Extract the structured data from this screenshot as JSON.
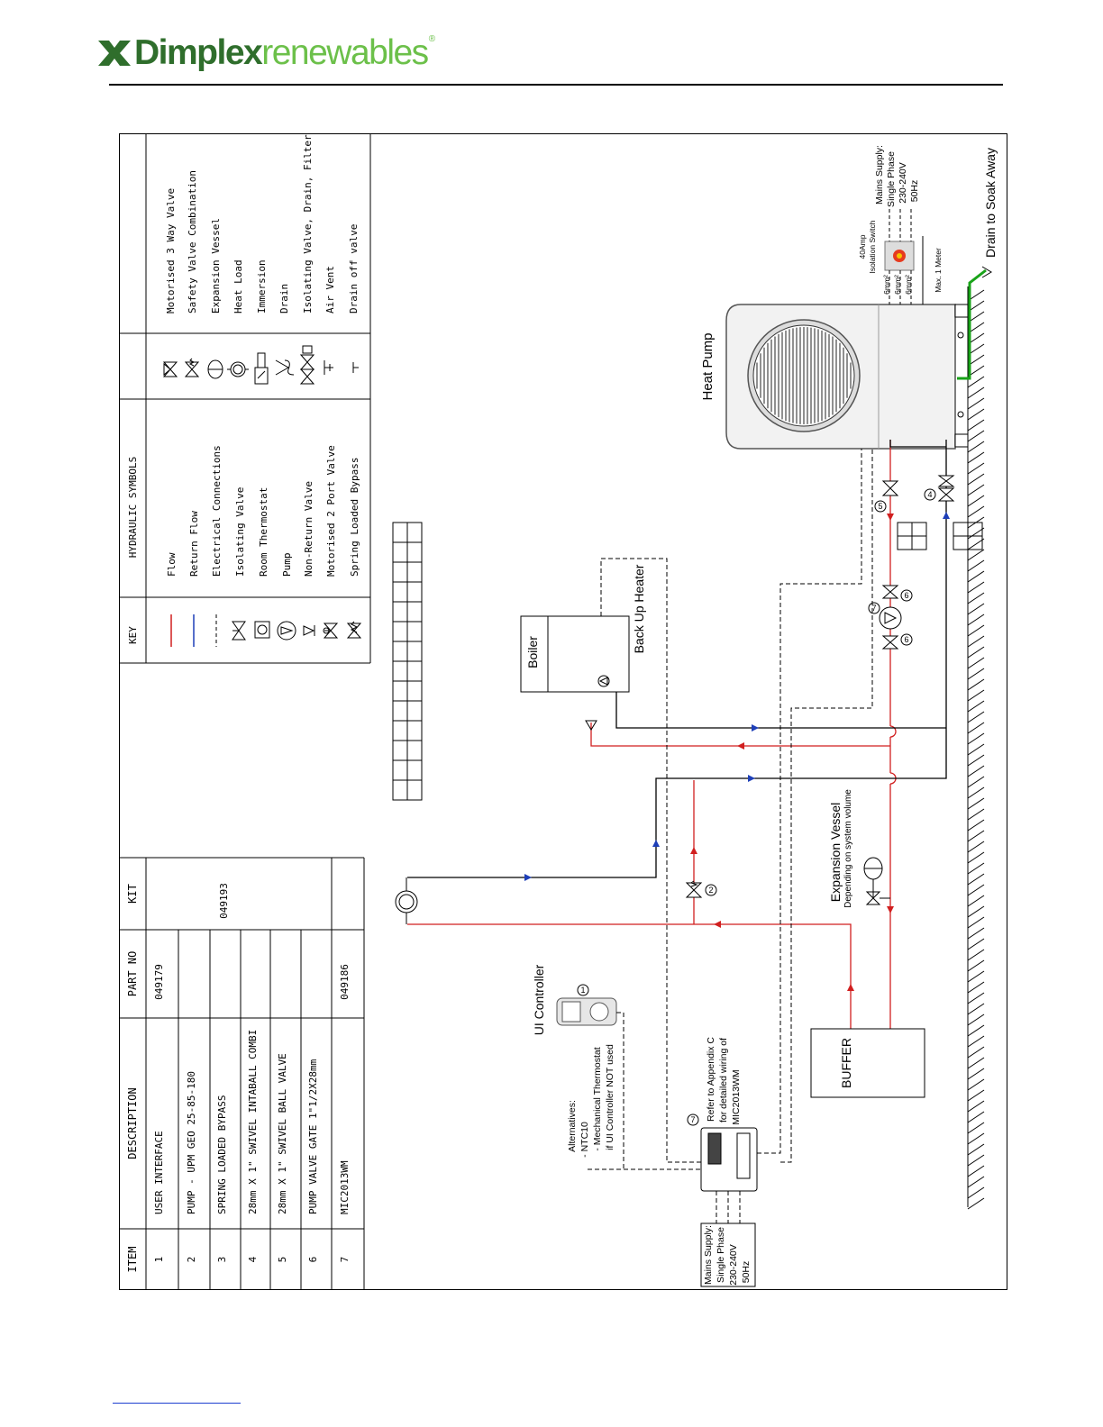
{
  "brand": {
    "word1": "Dimplex",
    "word2": "renewables",
    "reg": "®",
    "colors": {
      "dark": "#2f6e2c",
      "light": "#6cc04a"
    }
  },
  "colors": {
    "flow": "#d11f1f",
    "return": "#1e3fb8",
    "drain": "#19a319",
    "line": "#000000"
  },
  "parts_table": {
    "headers": {
      "item": "ITEM",
      "description": "DESCRIPTION",
      "part_no": "PART NO",
      "kit": "KIT"
    },
    "kit_value": "049193",
    "rows": [
      {
        "item": "1",
        "description": "USER INTERFACE",
        "part_no": "049179"
      },
      {
        "item": "2",
        "description": "PUMP - UPM GEO 25-85-180",
        "part_no": ""
      },
      {
        "item": "3",
        "description": "SPRING LOADED BYPASS",
        "part_no": ""
      },
      {
        "item": "4",
        "description": "28mm X 1\" SWIVEL INTABALL COMBI",
        "part_no": ""
      },
      {
        "item": "5",
        "description": "28mm X 1\" SWIVEL BALL VALVE",
        "part_no": ""
      },
      {
        "item": "6",
        "description": "PUMP VALVE GATE 1\"1/2X28mm",
        "part_no": ""
      },
      {
        "item": "7",
        "description": "MIC2013WM",
        "part_no": "049186"
      }
    ]
  },
  "key_table": {
    "headers": {
      "key": "KEY",
      "hydraulic": "HYDRAULIC SYMBOLS"
    },
    "left": [
      {
        "label": "Flow",
        "icon": "flow-line-icon"
      },
      {
        "label": "Return Flow",
        "icon": "return-line-icon"
      },
      {
        "label": "Electrical Connections",
        "icon": "electrical-line-icon"
      },
      {
        "label": "Isolating Valve",
        "icon": "isolating-valve-icon"
      },
      {
        "label": "Room Thermostat",
        "icon": "room-thermostat-icon"
      },
      {
        "label": "Pump",
        "icon": "pump-icon"
      },
      {
        "label": "Non-Return Valve",
        "icon": "non-return-valve-icon"
      },
      {
        "label": "Motorised 2 Port Valve",
        "icon": "motorised-2-port-valve-icon"
      },
      {
        "label": "Spring Loaded Bypass",
        "icon": "spring-loaded-bypass-icon"
      }
    ],
    "right": [
      {
        "label": "Motorised 3 Way Valve",
        "icon": "motorised-3-way-valve-icon"
      },
      {
        "label": "Safety Valve Combination",
        "icon": "safety-valve-icon"
      },
      {
        "label": "Expansion Vessel",
        "icon": "expansion-vessel-icon"
      },
      {
        "label": "Heat Load",
        "icon": "heat-load-icon"
      },
      {
        "label": "Immersion",
        "icon": "immersion-icon"
      },
      {
        "label": "Drain",
        "icon": "drain-icon"
      },
      {
        "label": "Isolating Valve, Drain, Filter",
        "icon": "isolating-valve-drain-filter-icon"
      },
      {
        "label": "Air Vent",
        "icon": "air-vent-icon"
      },
      {
        "label": "Drain off valve",
        "icon": "drain-off-valve-icon"
      }
    ]
  },
  "diagram": {
    "heat_pump": "Heat Pump",
    "boiler": "Boiler",
    "back_up_heater": "Back Up Heater",
    "buffer": "BUFFER",
    "ui_controller": "UI Controller",
    "expansion_vessel": "Expansion Vessel",
    "expansion_vessel_note": "Depending on system volume",
    "drain": "Drain to Soak Away",
    "isolation_switch": [
      "40Amp",
      "Isolation Switch"
    ],
    "max_length": "Max. 1 Meter",
    "mains_supply_hp": [
      "Mains Supply:",
      "Single Phase",
      "230-240V",
      "50Hz"
    ],
    "mains_supply_ctrl": [
      "Mains Supply:",
      "Single Phase",
      "230-240V",
      "50Hz"
    ],
    "alternatives": [
      "Alternatives:",
      "- NTC10",
      "- Mechanical Thermostat",
      "if UI Controller NOT used"
    ],
    "wiring_note": [
      "Refer to Appendix C",
      "for detailed wiring of",
      "MIC2013WM"
    ],
    "cable_tags": [
      "6mm²",
      "6mm²",
      "6mm²"
    ],
    "callouts": {
      "c1": "1",
      "c2": "2",
      "c4": "4",
      "c5": "5",
      "c6a": "6",
      "c6b": "6",
      "c7a": "7",
      "c7b": "7"
    }
  }
}
